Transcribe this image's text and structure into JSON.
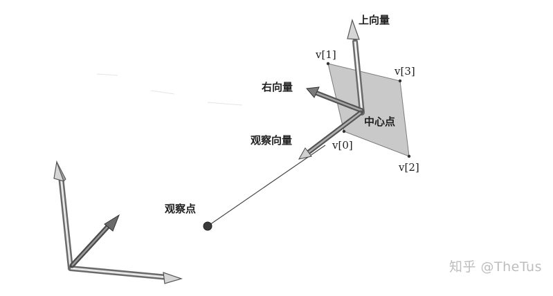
{
  "labels": {
    "up_vector": "上向量",
    "right_vector": "右向量",
    "center_point": "中心点",
    "view_vector": "观察向量",
    "view_point": "观察点",
    "v0": "v[0]",
    "v1": "v[1]",
    "v2": "v[2]",
    "v3": "v[3]"
  },
  "watermark": {
    "text": "知乎 @TheTus"
  }
}
